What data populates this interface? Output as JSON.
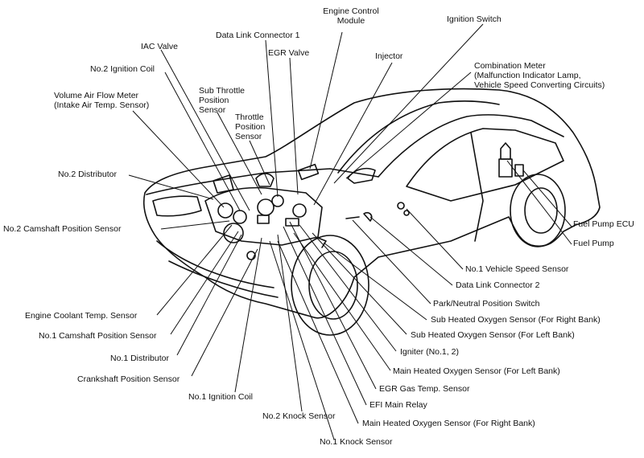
{
  "labels": {
    "engine_control_module": [
      "Engine Control",
      "Module"
    ],
    "ignition_switch": "Ignition Switch",
    "data_link_connector_1": "Data Link Connector 1",
    "iac_valve": "IAC Valve",
    "egr_valve": "EGR Valve",
    "injector": "Injector",
    "combination_meter": [
      "Combination Meter",
      "(Malfunction Indicator Lamp,",
      "Vehicle Speed Converting Circuits)"
    ],
    "no2_ignition_coil": "No.2 Ignition Coil",
    "sub_throttle_position_sensor": [
      "Sub Throttle",
      "Position",
      "Sensor"
    ],
    "volume_air_flow_meter": [
      "Volume Air Flow Meter",
      "(Intake Air Temp. Sensor)"
    ],
    "throttle_position_sensor": [
      "Throttle",
      "Position",
      "Sensor"
    ],
    "no2_distributor": "No.2 Distributor",
    "no2_camshaft_position_sensor": "No.2 Camshaft Position Sensor",
    "fuel_pump_ecu": "Fuel Pump ECU",
    "fuel_pump": "Fuel Pump",
    "no1_vehicle_speed_sensor": "No.1 Vehicle Speed Sensor",
    "data_link_connector_2": "Data Link Connector 2",
    "park_neutral_position_switch": "Park/Neutral Position Switch",
    "sub_heated_oxygen_sensor_right": "Sub Heated Oxygen Sensor (For Right Bank)",
    "sub_heated_oxygen_sensor_left": "Sub Heated Oxygen Sensor (For Left Bank)",
    "igniter": "Igniter (No.1, 2)",
    "main_heated_oxygen_sensor_left": "Main Heated Oxygen Sensor (For Left Bank)",
    "egr_gas_temp_sensor": "EGR Gas Temp. Sensor",
    "efi_main_relay": "EFI Main Relay",
    "main_heated_oxygen_sensor_right": "Main Heated Oxygen Sensor (For Right Bank)",
    "no1_knock_sensor": "No.1 Knock Sensor",
    "no2_knock_sensor": "No.2 Knock Sensor",
    "no1_ignition_coil": "No.1 Ignition Coil",
    "crankshaft_position_sensor": "Crankshaft Position Sensor",
    "no1_distributor": "No.1 Distributor",
    "no1_camshaft_position_sensor": "No.1 Camshaft Position Sensor",
    "engine_coolant_temp_sensor": "Engine Coolant Temp. Sensor"
  }
}
